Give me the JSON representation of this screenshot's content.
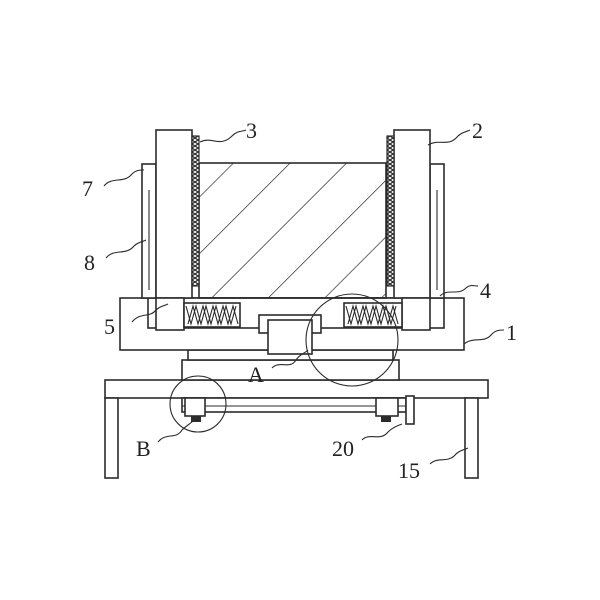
{
  "labels": {
    "l1": "1",
    "l2": "2",
    "l3": "3",
    "l4": "4",
    "l5": "5",
    "l7": "7",
    "l8": "8",
    "l15": "15",
    "l20": "20",
    "lA": "A",
    "lB": "B"
  },
  "colors": {
    "line": "#2b2b2b",
    "background": "#ffffff"
  }
}
